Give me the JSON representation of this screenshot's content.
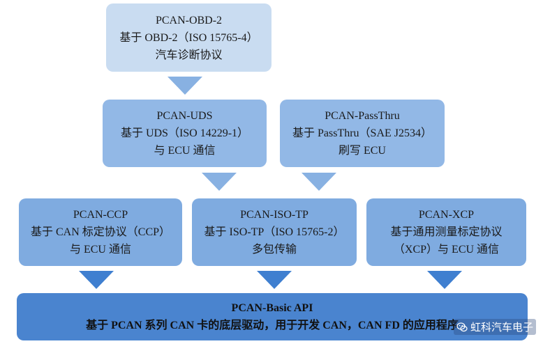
{
  "boxes": {
    "obd2": {
      "title": "PCAN-OBD-2",
      "line2": "基于 OBD-2（ISO 15765-4）",
      "line3": "汽车诊断协议"
    },
    "uds": {
      "title": "PCAN-UDS",
      "line2": "基于 UDS（ISO 14229-1）",
      "line3": "与 ECU 通信"
    },
    "passthru": {
      "title": "PCAN-PassThru",
      "line2": "基于 PassThru（SAE J2534）",
      "line3": "刷写 ECU"
    },
    "ccp": {
      "title": "PCAN-CCP",
      "line2": "基于 CAN 标定协议（CCP）",
      "line3": "与 ECU 通信"
    },
    "isotp": {
      "title": "PCAN-ISO-TP",
      "line2": "基于 ISO-TP（ISO 15765-2）",
      "line3": "多包传输"
    },
    "xcp": {
      "title": "PCAN-XCP",
      "line2": "基于通用测量标定协议",
      "line3": "（XCP）与 ECU 通信"
    },
    "basic": {
      "title": "PCAN-Basic API",
      "line2": "基于 PCAN 系列 CAN 卡的底层驱动，用于开发 CAN，CAN FD 的应用程序"
    }
  },
  "watermark": {
    "text": "虹科汽车电子",
    "icon": "wechat-icon"
  },
  "colors": {
    "level1": "#c9dcf1",
    "level2": "#92b8e6",
    "level3": "#7fabe0",
    "base": "#4a84cf"
  }
}
